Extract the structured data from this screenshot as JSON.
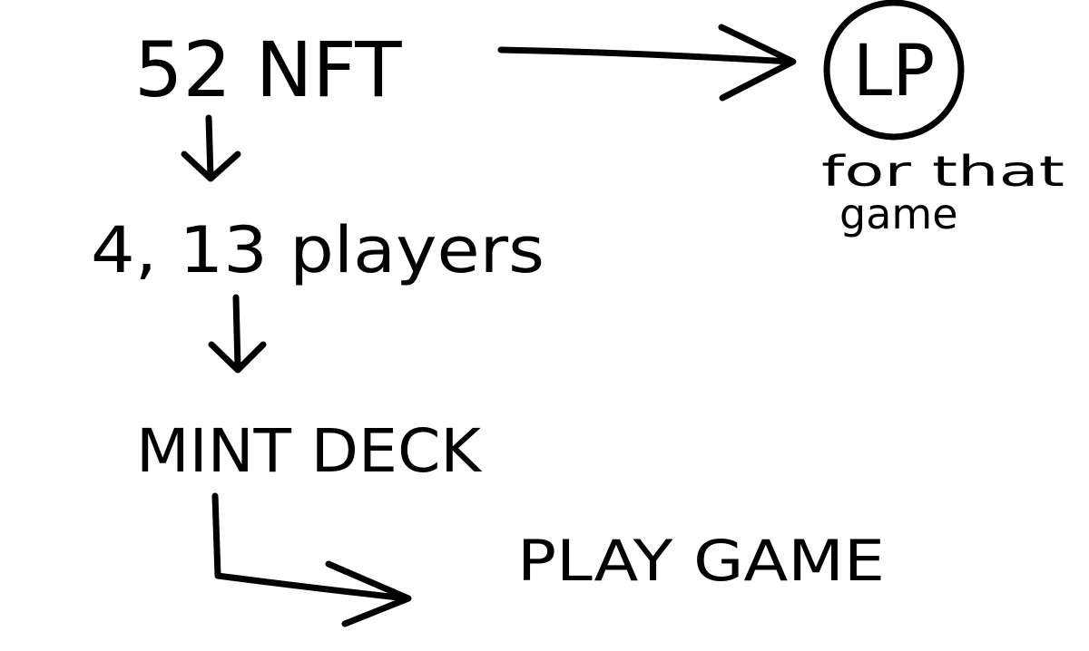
{
  "nodes": {
    "nft": "52 NFT",
    "lp": "LP",
    "lp_note_line1": "for that",
    "lp_note_line2": "game",
    "players": "4, 13 players",
    "mint": "MINT DECK",
    "play": "PLAY GAME"
  },
  "colors": {
    "ink": "#000000",
    "background": "#ffffff"
  }
}
